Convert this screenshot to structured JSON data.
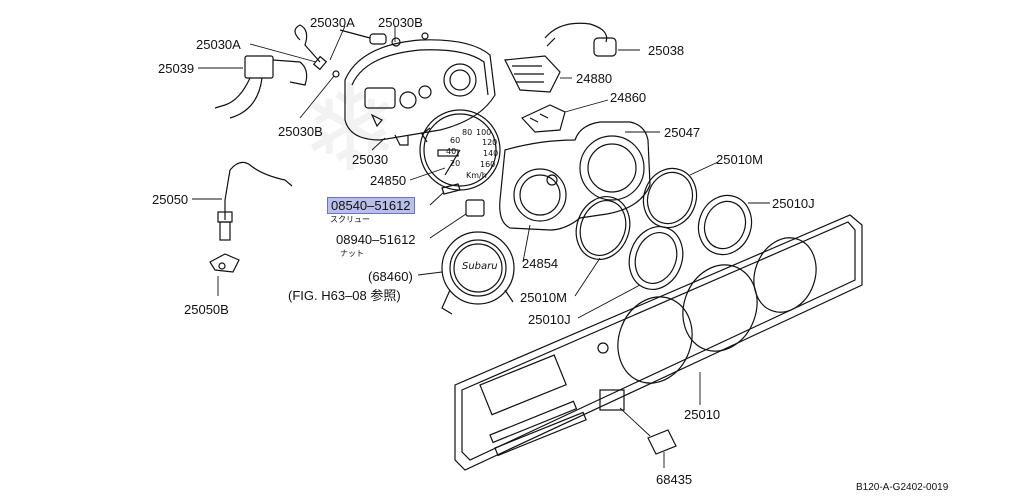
{
  "labels": {
    "p25030a_top": "25030A",
    "p25030b_top": "25030B",
    "p25030a_left": "25030A",
    "p25039": "25039",
    "p25030b_mid": "25030B",
    "p25030": "25030",
    "p24850": "24850",
    "p25050": "25050",
    "p25050b": "25050B",
    "p08540": "08540–51612",
    "screw_jp": "スクリュー",
    "p08940": "08940–51612",
    "nut_jp": "ナット",
    "p68460": "(68460)",
    "fig_ref": "(FIG. H63–08 参照)",
    "p24854": "24854",
    "p25010m_lower": "25010M",
    "p25010j_lower": "25010J",
    "p25038": "25038",
    "p24880": "24880",
    "p24860": "24860",
    "p25047": "25047",
    "p25010m_upper": "25010M",
    "p25010j_upper": "25010J",
    "p25010": "25010",
    "p68435": "68435"
  },
  "gauge_text": {
    "brand": "Subaru",
    "unit": "Km/h",
    "scale": [
      "20",
      "40",
      "60",
      "80",
      "100",
      "120",
      "140",
      "160"
    ]
  },
  "diagram_code": "B120-A-G2402-0019",
  "colors": {
    "highlight": "#b9bfe8",
    "line": "#111111"
  }
}
